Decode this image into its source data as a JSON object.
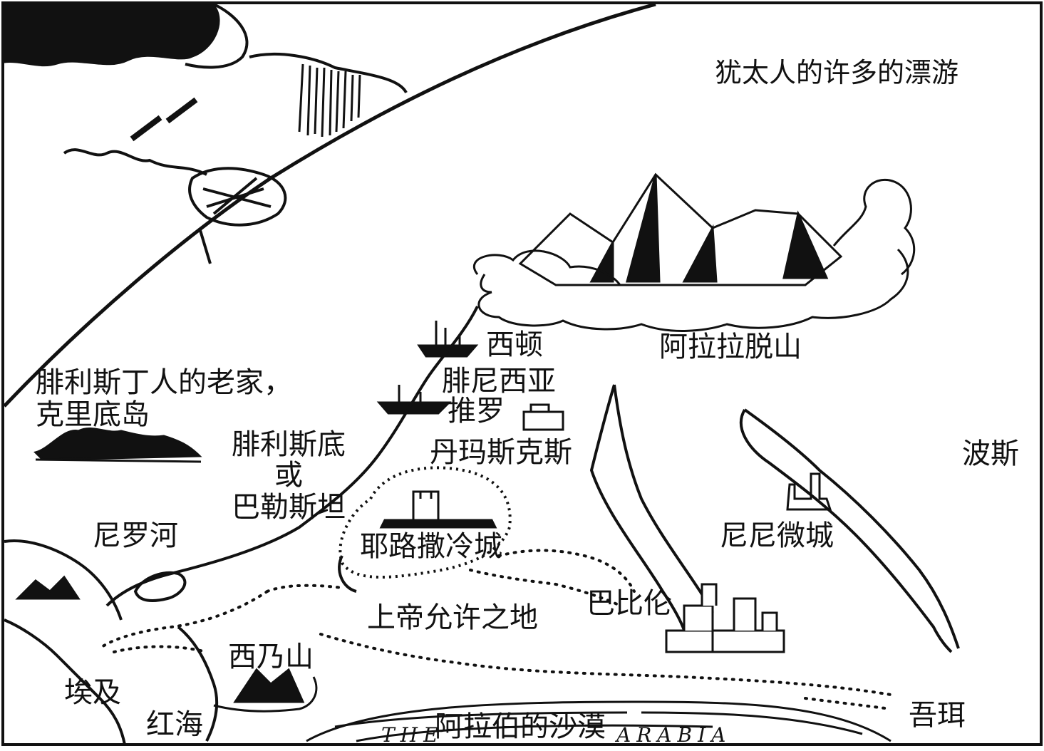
{
  "map": {
    "title": "犹太人的许多的漂游",
    "places": {
      "crete_line1": "腓利斯丁人的老家，",
      "crete_line2": "克里底岛",
      "philistia_line1": "腓利斯底",
      "philistia_line2": "或",
      "philistia_line3": "巴勒斯坦",
      "nile": "尼罗河",
      "egypt": "埃及",
      "red_sea": "红海",
      "sinai": "西乃山",
      "sidon": "西顿",
      "phoenicia": "腓尼西亚",
      "tyre": "推罗",
      "damascus": "丹玛斯克斯",
      "ararat": "阿拉拉脱山",
      "persia": "波斯",
      "jerusalem": "耶路撒冷城",
      "promised_land": "上帝允许之地",
      "nineveh": "尼尼微城",
      "babylon": "巴比伦",
      "ur": "吾珥",
      "arabia_desert": "阿拉伯的沙漠",
      "the_en": "THE",
      "arabia_en": "ARABIA"
    },
    "colors": {
      "ink": "#111111",
      "paper": "#ffffff"
    },
    "icons": [
      "storm-cloud-icon",
      "mountains-icon",
      "ship-icon",
      "city-icon",
      "island-mountains-icon",
      "route-dots-icon"
    ]
  }
}
